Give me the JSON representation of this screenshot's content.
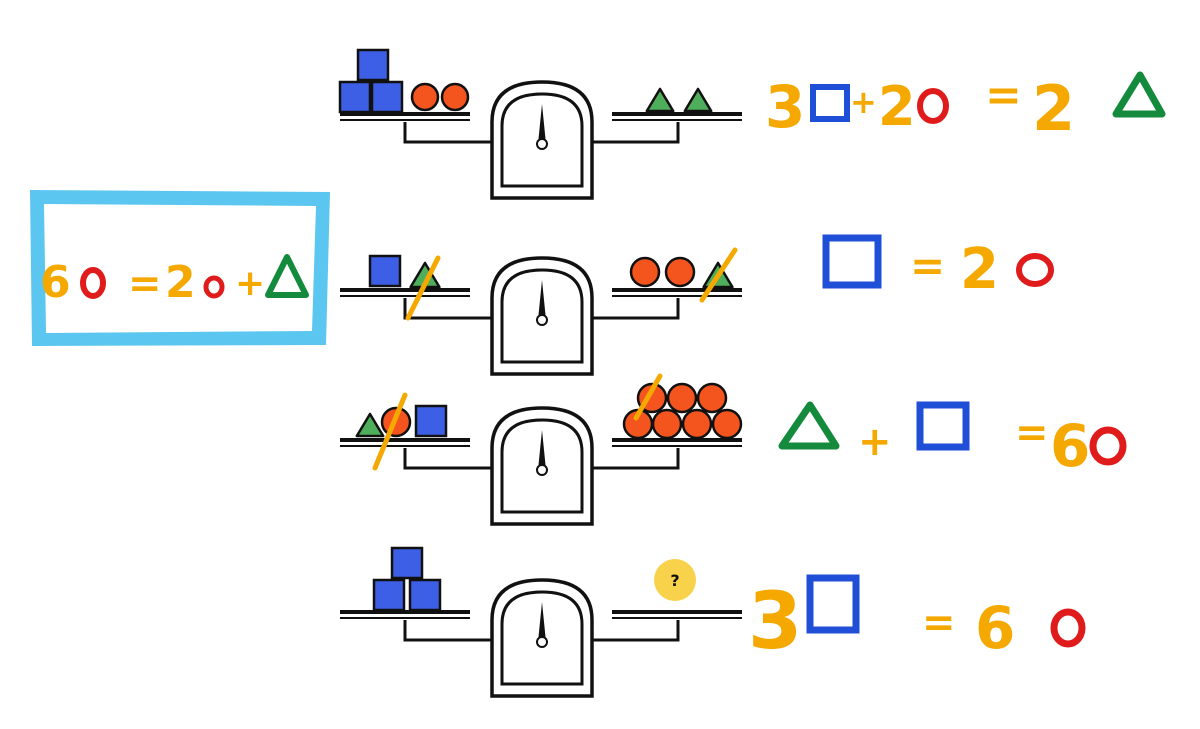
{
  "colors": {
    "blue": "#1f4fd6",
    "red": "#e01b1b",
    "orange_ink": "#f5a900",
    "green": "#138a3c",
    "highlight_box": "#5bc6ef",
    "ball_fill": "#f4551f",
    "cube_fill": "#3d5fe6",
    "triangle_fill": "#4fae5b",
    "question_fill": "#f8d24a",
    "outline": "#111111"
  },
  "boxed_equation": {
    "coef_o": "6",
    "equals": "=",
    "coef_o2": "2",
    "plus": "+"
  },
  "equations": [
    {
      "coef_square": "3",
      "plus": "+",
      "coef_o": "2",
      "equals": "=",
      "coef_triangle": "2"
    },
    {
      "equals": "=",
      "coef_o": "2"
    },
    {
      "plus": "+",
      "equals": "=",
      "coef_o": "6"
    },
    {
      "coef_square": "3",
      "equals": "=",
      "coef_o": "6"
    }
  ],
  "question_mark": "?",
  "icons": [
    "square-icon",
    "circle-icon",
    "triangle-icon",
    "balance-scale-icon",
    "cube-icon",
    "ball-icon"
  ]
}
